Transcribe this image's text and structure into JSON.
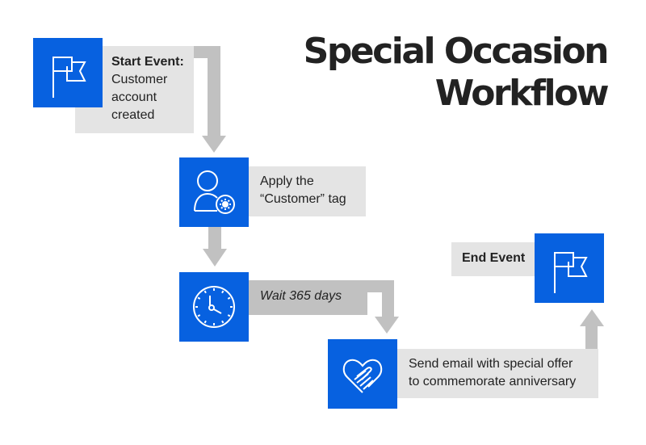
{
  "title": {
    "line1": "Special Occasion",
    "line2": "Workflow"
  },
  "colors": {
    "accent": "#0761e0",
    "box": "#e4e4e4",
    "connector": "#c1c1c1",
    "text": "#222222"
  },
  "steps": [
    {
      "icon": "flag-icon",
      "label_bold": "Start Event:",
      "lines": [
        "Customer",
        "account",
        "created"
      ]
    },
    {
      "icon": "user-gear-icon",
      "lines": [
        "Apply the",
        "“Customer” tag"
      ]
    },
    {
      "icon": "clock-icon",
      "lines": [
        "Wait 365 days"
      ]
    },
    {
      "icon": "handshake-heart-icon",
      "lines": [
        "Send email with special offer",
        "to commemorate anniversary"
      ]
    },
    {
      "icon": "flag-icon",
      "label_bold": "End Event"
    }
  ]
}
